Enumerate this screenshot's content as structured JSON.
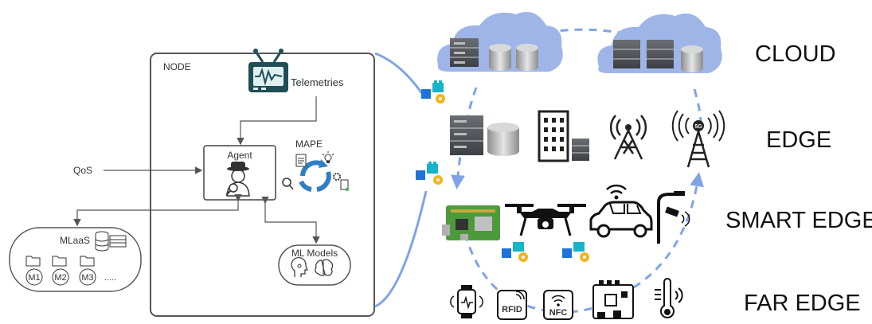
{
  "node": {
    "title": "NODE"
  },
  "telemetry": {
    "label": "Telemetries"
  },
  "agent": {
    "label": "Agent"
  },
  "mape": {
    "label": "MAPE"
  },
  "qos": {
    "label": "QoS"
  },
  "mlaas": {
    "label": "MLaaS",
    "models": [
      "M1",
      "M2",
      "M3"
    ],
    "ellipsis": "....."
  },
  "ml_models": {
    "label": "ML Models"
  },
  "far_edge_devices": {
    "rfid": "RFID",
    "nfc": "NFC"
  },
  "tower": {
    "badge": "5G"
  },
  "tiers": [
    {
      "label": "CLOUD"
    },
    {
      "label": "EDGE"
    },
    {
      "label": "SMART EDGE"
    },
    {
      "label": "FAR EDGE"
    }
  ],
  "colors": {
    "accent_blue": "#7fa3e6",
    "cloud_fill": "#9fb5e8",
    "board_green": "#4c9a3c",
    "lego_blue": "#1e73d8",
    "lego_teal": "#16b3c9",
    "gear_yellow": "#f4b41a"
  }
}
